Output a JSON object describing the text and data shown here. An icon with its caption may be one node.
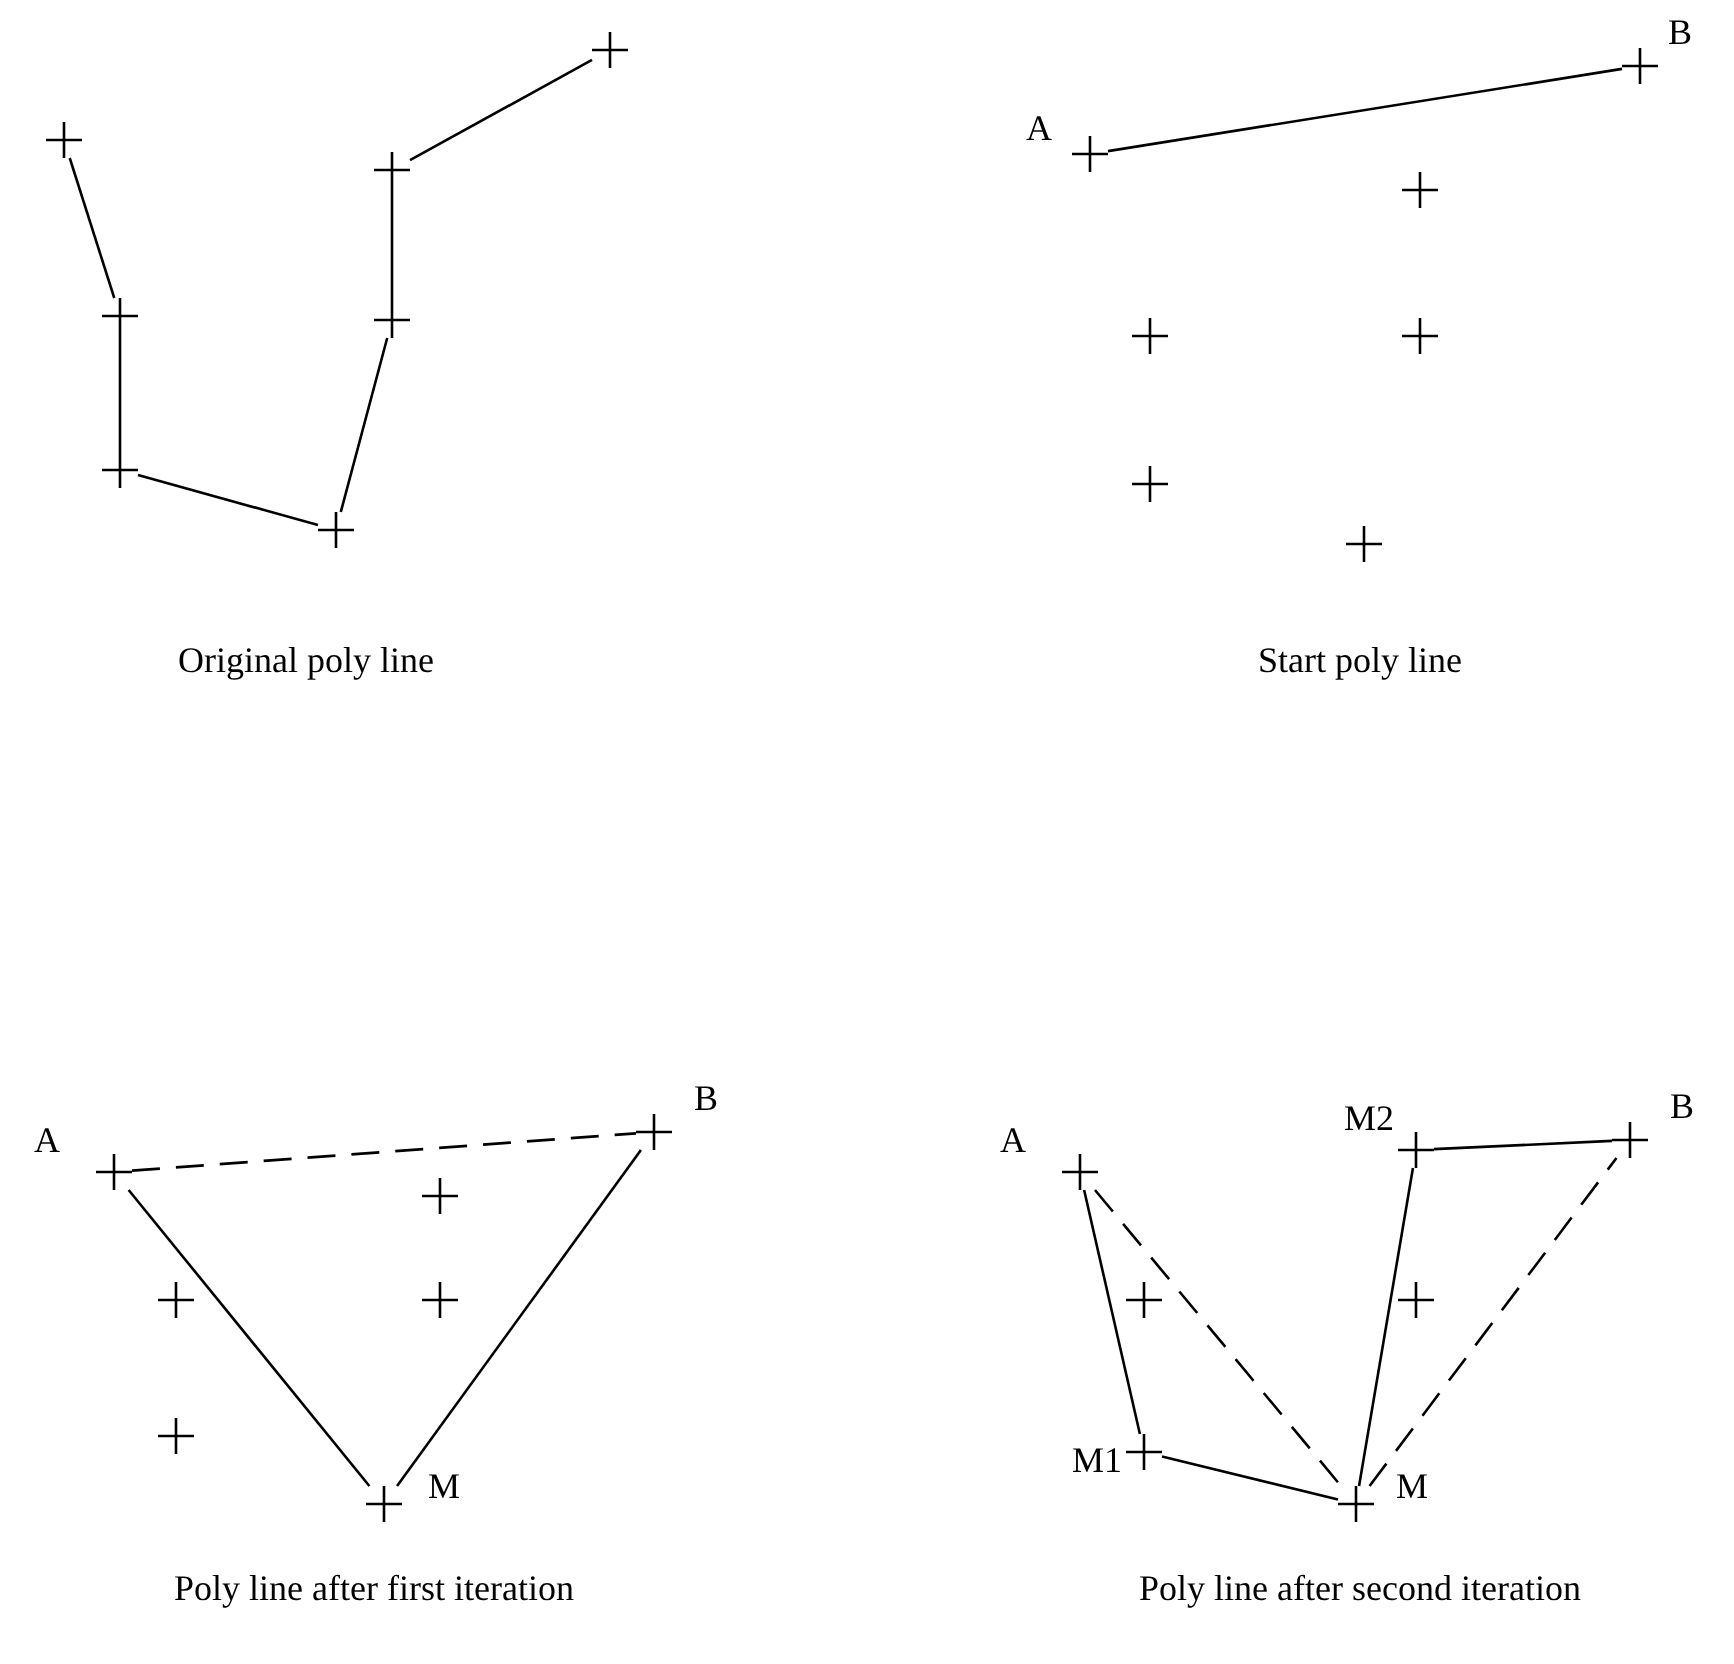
{
  "diagram": {
    "nodes": [
      {
        "text": [],
        "shape": "cross"
      },
      {
        "text": [],
        "shape": "cross"
      },
      {
        "text": [],
        "shape": "cross"
      },
      {
        "text": [],
        "shape": "cross"
      },
      {
        "text": [],
        "shape": "cross"
      },
      {
        "text": [],
        "shape": "cross"
      },
      {
        "text": [],
        "shape": "cross"
      },
      {
        "text": [],
        "shape": "cross",
        "beside": [
          "A"
        ]
      },
      {
        "text": [],
        "shape": "cross"
      },
      {
        "text": [],
        "shape": "cross"
      },
      {
        "text": [],
        "shape": "cross"
      },
      {
        "text": [],
        "shape": "cross"
      },
      {
        "text": [],
        "shape": "cross"
      },
      {
        "text": [],
        "shape": "cross",
        "beside": [
          "B"
        ]
      },
      {
        "text": [],
        "shape": "cross",
        "beside": [
          "A"
        ]
      },
      {
        "text": [],
        "shape": "cross"
      },
      {
        "text": [],
        "shape": "cross"
      },
      {
        "text": [],
        "shape": "cross",
        "beside": [
          "M"
        ]
      },
      {
        "text": [],
        "shape": "cross"
      },
      {
        "text": [],
        "shape": "cross"
      },
      {
        "text": [],
        "shape": "cross",
        "beside": [
          "B"
        ]
      },
      {
        "text": [],
        "shape": "cross",
        "beside": [
          "A"
        ]
      },
      {
        "text": [],
        "shape": "cross"
      },
      {
        "text": [],
        "shape": "cross",
        "beside": [
          "M1"
        ]
      },
      {
        "text": [],
        "shape": "cross",
        "beside": [
          "M"
        ]
      },
      {
        "text": [],
        "shape": "cross"
      },
      {
        "text": [],
        "shape": "cross",
        "beside": [
          "M2"
        ]
      },
      {
        "text": [],
        "shape": "cross",
        "beside": [
          "B"
        ]
      }
    ],
    "edges": [
      {
        "from": 0,
        "to": 1,
        "arrow": "none"
      },
      {
        "from": 1,
        "to": 2,
        "arrow": "none"
      },
      {
        "from": 2,
        "to": 3,
        "arrow": "none"
      },
      {
        "from": 3,
        "to": 4,
        "arrow": "none"
      },
      {
        "from": 4,
        "to": 5,
        "arrow": "none"
      },
      {
        "from": 5,
        "to": 6,
        "arrow": "none"
      },
      {
        "from": 7,
        "to": 13,
        "arrow": "none"
      },
      {
        "from": 14,
        "to": 20,
        "arrow": "none",
        "style": "dashed"
      },
      {
        "from": 14,
        "to": 17,
        "arrow": "none"
      },
      {
        "from": 17,
        "to": 20,
        "arrow": "none"
      },
      {
        "from": 21,
        "to": 24,
        "arrow": "none",
        "style": "dashed"
      },
      {
        "from": 24,
        "to": 27,
        "arrow": "none",
        "style": "dashed"
      },
      {
        "from": 21,
        "to": 23,
        "arrow": "none"
      },
      {
        "from": 23,
        "to": 24,
        "arrow": "none"
      },
      {
        "from": 24,
        "to": 26,
        "arrow": "none"
      },
      {
        "from": 26,
        "to": 27,
        "arrow": "none"
      }
    ],
    "labels": [
      "Original poly line",
      "Start poly line",
      "Poly line after first iteration",
      "Poly line after second iteration"
    ]
  }
}
